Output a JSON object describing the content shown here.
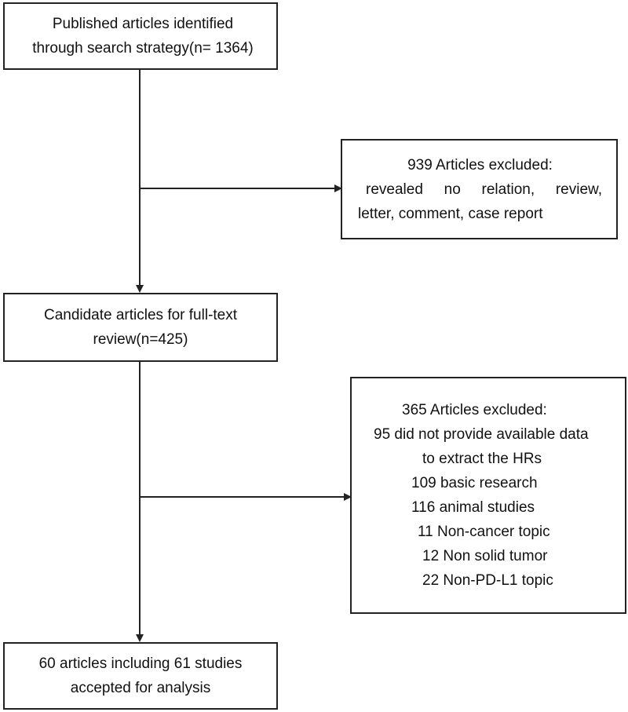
{
  "flow": {
    "identified": {
      "lines": [
        "Published articles identified",
        "through search strategy(n= 1364)"
      ]
    },
    "excluded_first": {
      "lines": [
        "939 Articles excluded:",
        "revealed no relation, review,",
        "letter, comment, case report"
      ]
    },
    "fulltext": {
      "lines": [
        "Candidate articles for full-text",
        "review(n=425)"
      ]
    },
    "excluded_second": {
      "lines": [
        "365 Articles excluded:",
        "95 did not provide available data",
        "to extract the HRs",
        "109 basic research",
        "116 animal studies",
        "11 Non-cancer topic",
        "12 Non solid tumor",
        "22 Non-PD-L1 topic"
      ]
    },
    "included": {
      "lines": [
        "60 articles including 61 studies",
        "accepted for analysis"
      ]
    }
  },
  "colors": {
    "line": "#222222",
    "box_border": "#222222",
    "text": "#111111",
    "background": "#ffffff"
  }
}
